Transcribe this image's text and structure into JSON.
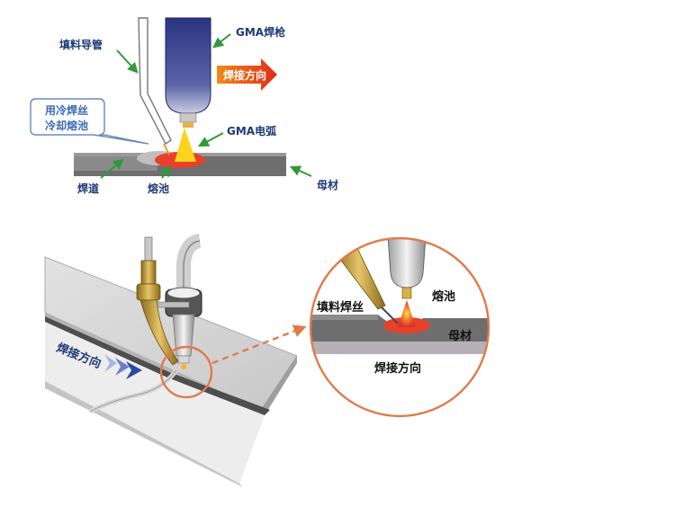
{
  "top_diagram": {
    "filler_tube_label": "填料导管",
    "gma_torch_label": "GMA焊枪",
    "direction_label": "焊接方向",
    "cold_wire_label_line1": "用冷焊丝",
    "cold_wire_label_line2": "冷却熔池",
    "gma_arc_label": "GMA电弧",
    "weld_bead_label": "焊道",
    "weld_pool_label": "熔池",
    "base_metal_label": "母材"
  },
  "bottom_diagram": {
    "direction_label": "焊接方向",
    "zoom": {
      "filler_wire_label": "填料焊丝",
      "weld_pool_label": "熔池",
      "base_metal_label": "母材",
      "direction_label": "焊接方向"
    }
  },
  "colors": {
    "label_blue": "#1e3a78",
    "arrow_green": "#2e9a3c",
    "direction_arrow_red": "#e03a1e",
    "zoom_circle": "#e07a4a",
    "plate_gray": "#6e6e6e",
    "pool_red": "#e8402a",
    "arc_yellow": "#ffd21e"
  }
}
